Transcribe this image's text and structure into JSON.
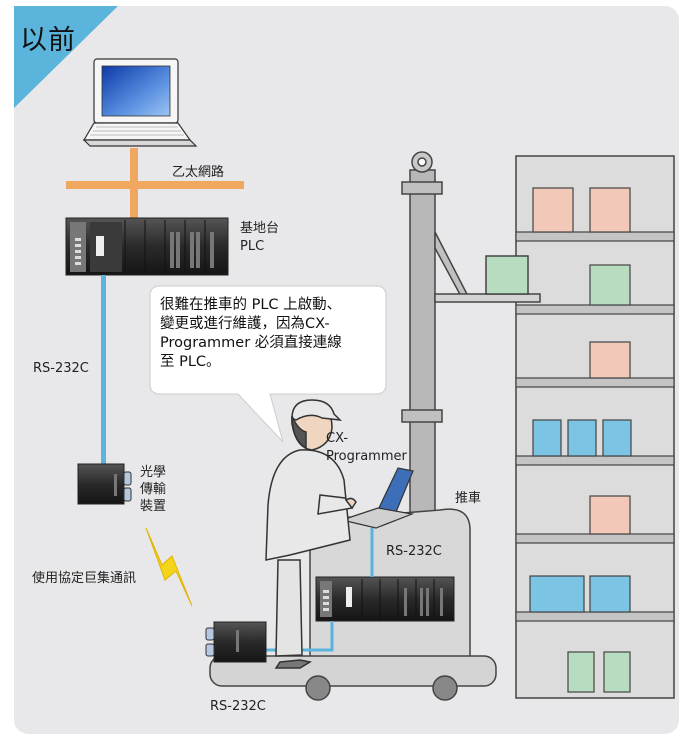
{
  "corner_label": "以前",
  "labels": {
    "ethernet": "乙太網路",
    "base_plc_line1": "基地台",
    "base_plc_line2": "PLC",
    "rs232c_left": "RS-232C",
    "optical_line1": "光學",
    "optical_line2": "傳輸",
    "optical_line3": "裝置",
    "protocol_macro": "使用協定巨集通訊",
    "cx_line1": "CX-",
    "cx_line2": "Programmer",
    "cart": "推車",
    "rs232c_cart": "RS-232C",
    "rs232c_bottom": "RS-232C"
  },
  "callout": {
    "line1": "很難在推車的 PLC 上啟動、",
    "line2": "變更或進行維護，因為CX-",
    "line3": "Programmer 必須直接連線",
    "line4": "至 PLC。"
  },
  "colors": {
    "background_panel": "#e8e8ea",
    "corner_accent": "#5ab4dc",
    "ethernet_cable": "#f0a860",
    "serial_cable": "#5ab4dc",
    "shelf_box_pink": "#f2c8b8",
    "shelf_box_green": "#b8dcc0",
    "shelf_box_blue": "#7cc4e4",
    "lightning": "#f5d51a"
  }
}
